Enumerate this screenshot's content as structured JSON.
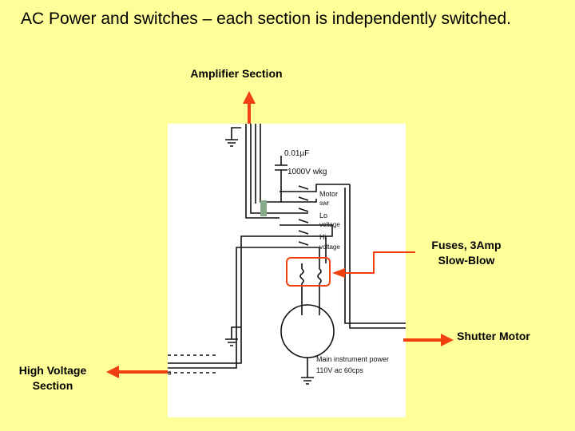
{
  "slide": {
    "title": "AC Power and switches – each section is independently switched."
  },
  "callouts": {
    "amplifier": "Amplifier Section",
    "fuses": "Fuses, 3Amp\nSlow-Blow",
    "shutter": "Shutter Motor",
    "high_voltage": "High Voltage\nSection"
  },
  "schematic": {
    "capacitor_value": "0.01µF",
    "capacitor_rating": "1000V wkg",
    "switch_motor": "Motor",
    "switch_motor_sub": "swr",
    "switch_lo": "Lo",
    "switch_lo_sub": "voltage",
    "switch_hi": "Hi",
    "switch_hi_sub": "voltage",
    "mains_line1": "Main instrument power",
    "mains_line2": "110V ac  60cps",
    "edge_fragment": "s"
  },
  "colors": {
    "background": "#ffff99",
    "arrow": "#f04010",
    "callout_box": "#f04010",
    "wire": "#111111"
  }
}
